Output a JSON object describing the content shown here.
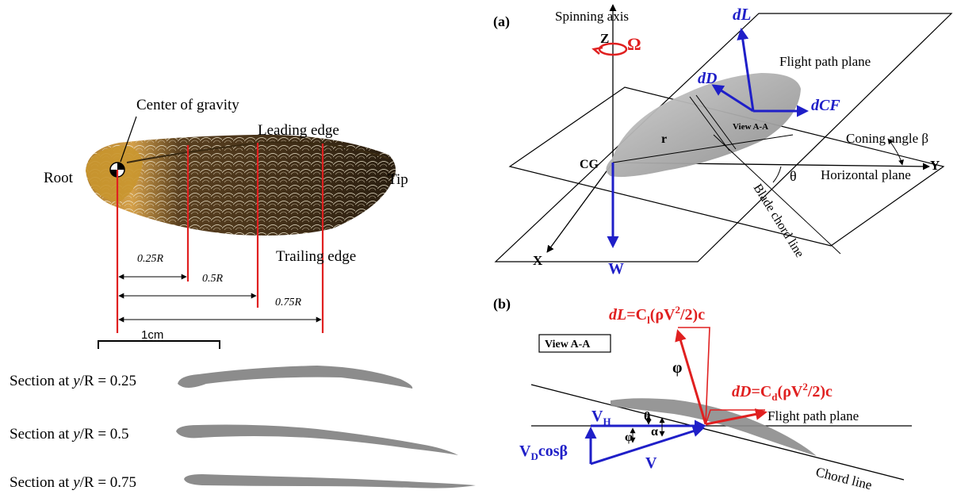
{
  "colors": {
    "blue": "#1f1fc8",
    "red": "#e02020",
    "leaf_dark": "#3a2a12",
    "leaf_gold": "#c8963c",
    "section_gray": "#8c8c8c",
    "line": "#000000"
  },
  "left": {
    "center_of_gravity": "Center of gravity",
    "leading_edge": "Leading edge",
    "trailing_edge": "Trailing edge",
    "root": "Root",
    "tip": "Tip",
    "dim_025": "0.25R",
    "dim_05": "0.5R",
    "dim_075": "0.75R",
    "scale": "1cm",
    "sections": [
      {
        "prefix": "Section at ",
        "var": "y",
        "suffix": "/R = 0.25"
      },
      {
        "prefix": "Section at ",
        "var": "y",
        "suffix": "/R = 0.5"
      },
      {
        "prefix": "Section at ",
        "var": "y",
        "suffix": "/R = 0.75"
      }
    ]
  },
  "panel_a": {
    "label": "(a)",
    "spinning_axis": "Spinning axis",
    "z": "Z",
    "omega": "Ω",
    "dL": "dL",
    "dD": "dD",
    "dCF": "dCF",
    "flight_path_plane": "Flight path plane",
    "view_aa": "View A-A",
    "coning_angle": "Coning angle β",
    "r": "r",
    "cg": "CG",
    "theta": "θ",
    "horizontal_plane": "Horizontal plane",
    "y": "Y",
    "blade_chord_line": "Blade chord line",
    "x": "X",
    "w": "W"
  },
  "panel_b": {
    "label": "(b)",
    "view_aa": "View A-A",
    "dL_eq": {
      "pre": "dL",
      "mid": "=C",
      "sub": "l",
      "post1": "(ρV",
      "sup": "2",
      "post2": "/2)c"
    },
    "dD_eq": {
      "pre": "dD",
      "mid": "=C",
      "sub": "d",
      "post1": "(ρV",
      "sup": "2",
      "post2": "/2)c"
    },
    "phi": "φ",
    "vh": {
      "main": "V",
      "sub": "H"
    },
    "theta": "θ",
    "alpha": "α",
    "vd": {
      "main": "V",
      "sub": "D",
      "post": "cosβ"
    },
    "v": "V",
    "flight_path_plane": "Flight path plane",
    "chord_line": "Chord line"
  }
}
